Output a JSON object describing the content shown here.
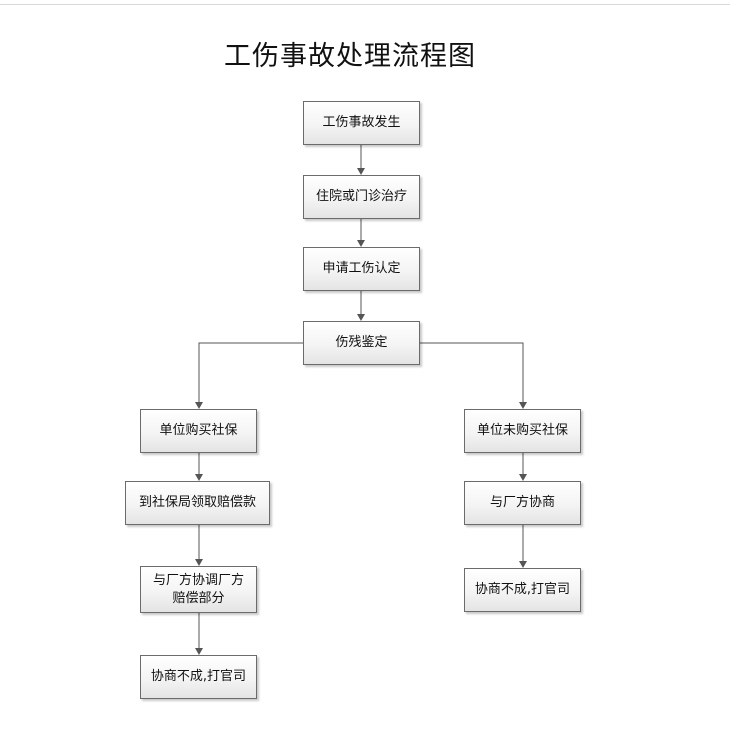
{
  "title": "工伤事故处理流程图",
  "nodes": {
    "accident": "工伤事故发生",
    "treatment": "住院或门诊治疗",
    "apply_recognition": "申请工伤认定",
    "disability_assessment": "伤残鉴定",
    "insured": "单位购买社保",
    "uninsured": "单位未购买社保",
    "collect_compensation": "到社保局领取赔偿款",
    "negotiate_factory_compensation": "与厂方协调厂方\n赔偿部分",
    "negotiate_factory": "与厂方协商",
    "lawsuit_left": "协商不成,打官司",
    "lawsuit_right": "协商不成,打官司"
  },
  "colors": {
    "border": "#6b6b6b",
    "connector": "#555555",
    "text": "#111111",
    "box_gradient_top": "#ffffff",
    "box_gradient_bottom": "#e4e4e4"
  }
}
